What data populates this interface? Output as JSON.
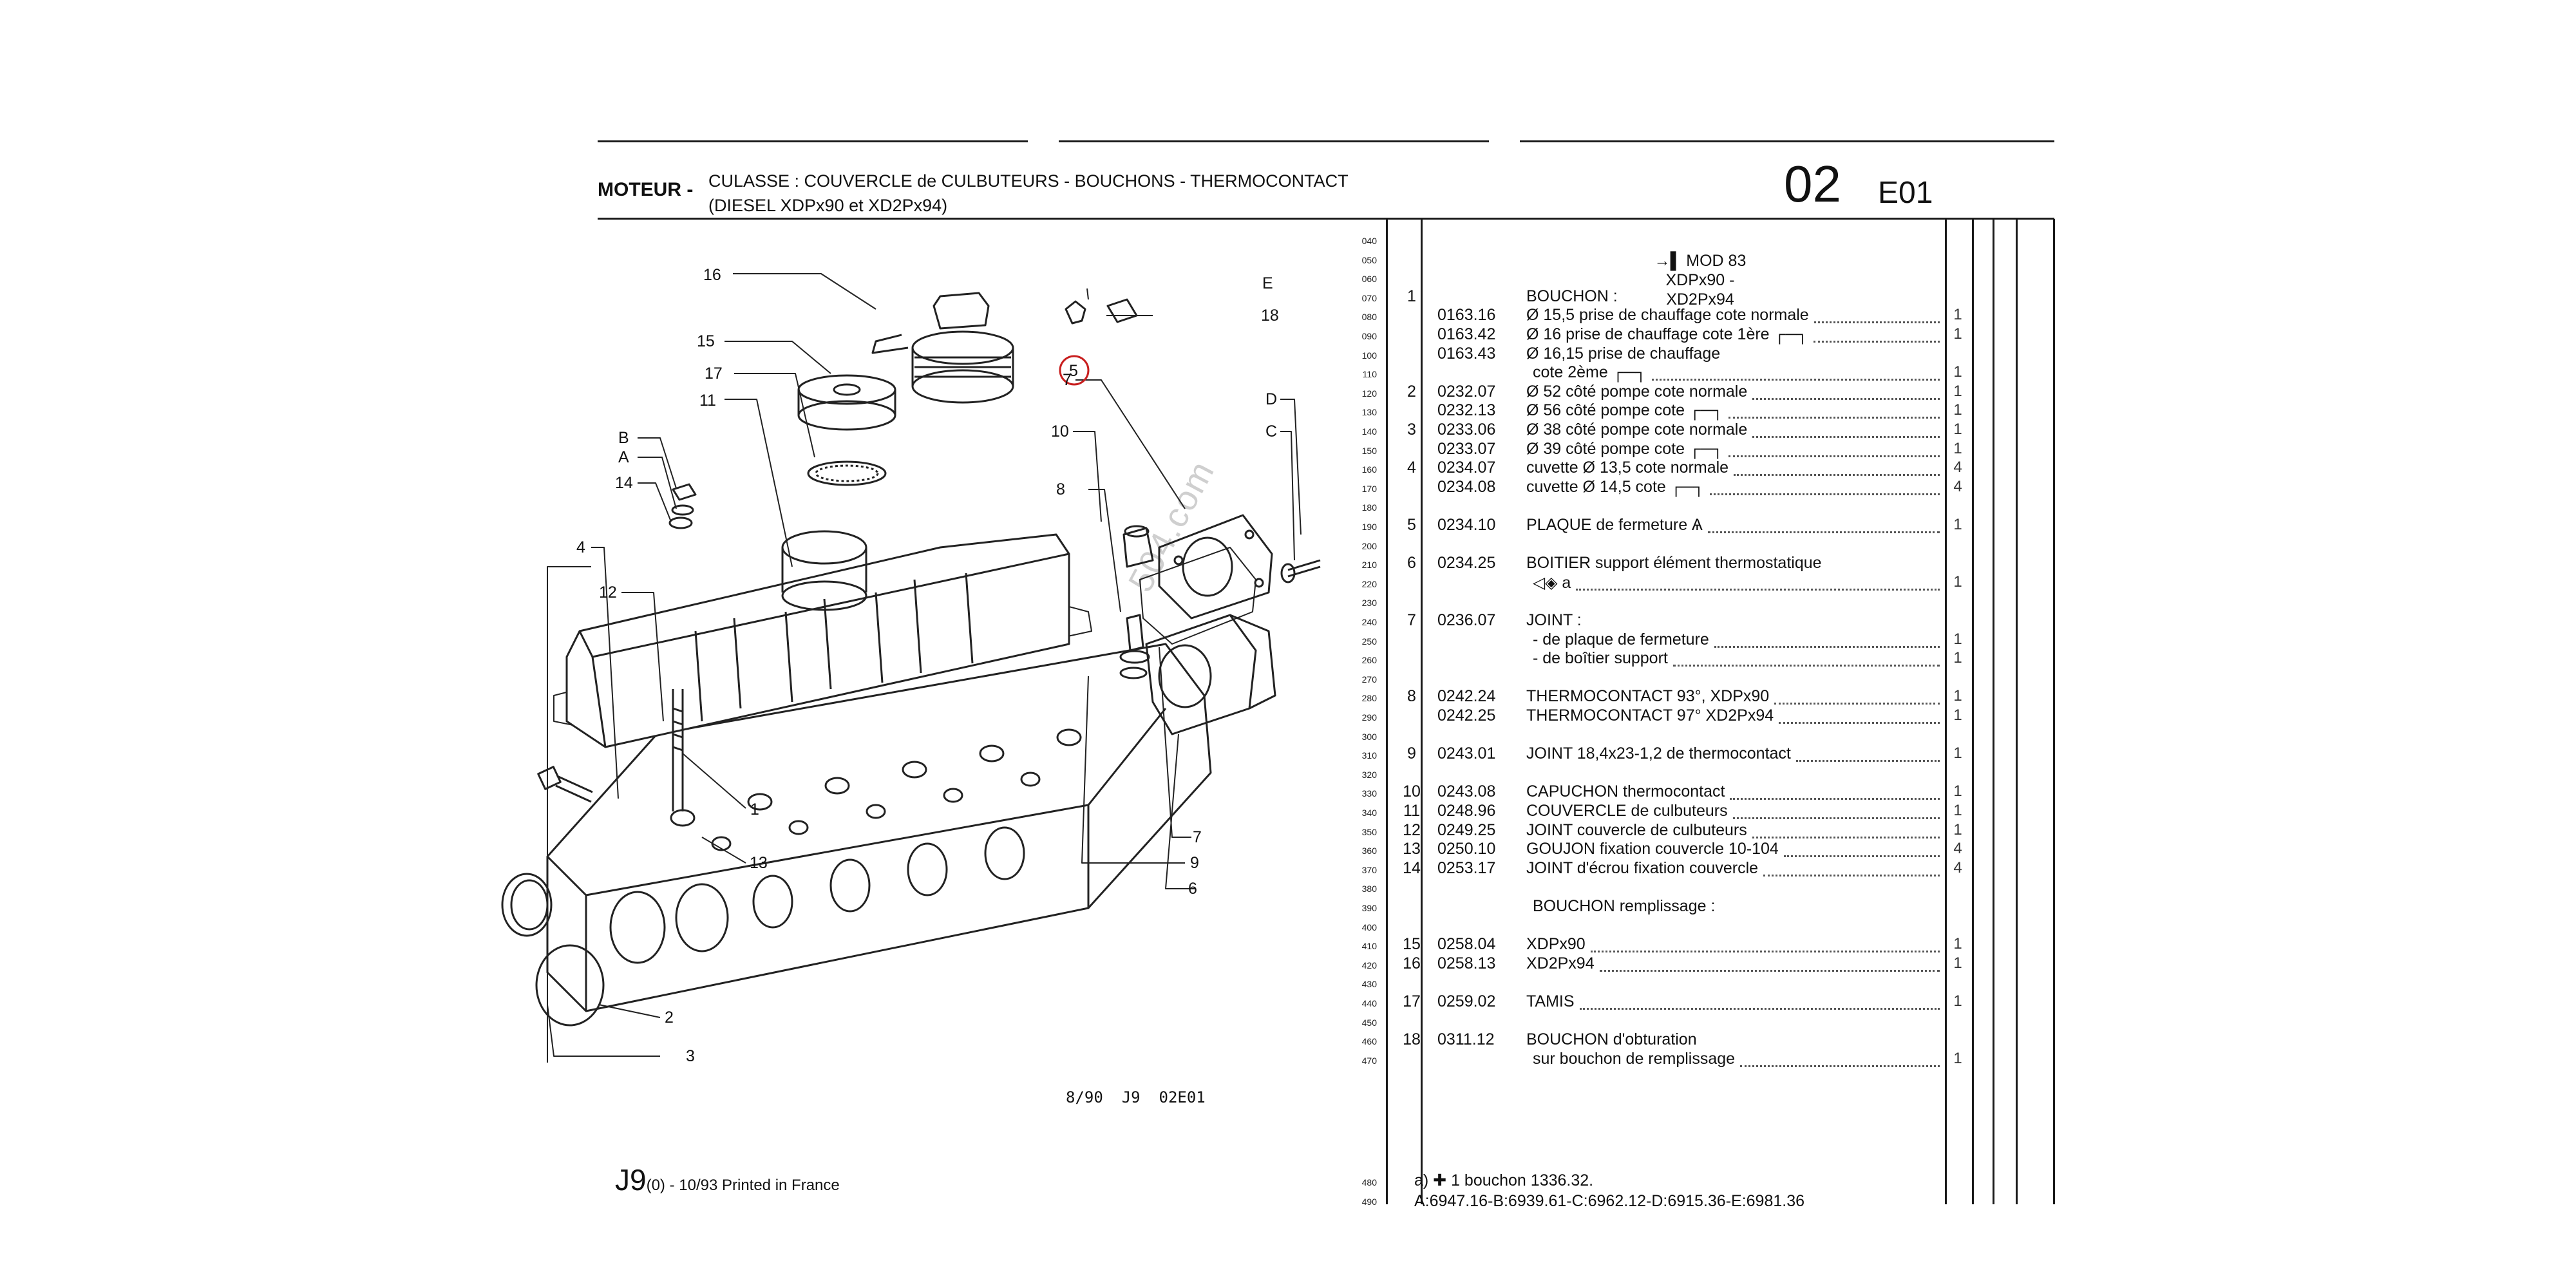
{
  "header": {
    "moteur": "MOTEUR -",
    "title_line1": "CULASSE : COUVERCLE de CULBUTEURS - BOUCHONS - THERMOCONTACT",
    "title_line2": "(DIESEL XDPx90 et XD2Px94)",
    "number": "02",
    "section": "E01"
  },
  "model_header": {
    "mod": "MOD 83",
    "variants": "XDPx90 - XD2Px94"
  },
  "row_numbers": [
    "040",
    "050",
    "060",
    "070",
    "080",
    "090",
    "100",
    "110",
    "120",
    "130",
    "140",
    "150",
    "160",
    "170",
    "180",
    "190",
    "200",
    "210",
    "220",
    "230",
    "240",
    "250",
    "260",
    "270",
    "280",
    "290",
    "300",
    "310",
    "320",
    "330",
    "340",
    "350",
    "360",
    "370",
    "380",
    "390",
    "400",
    "410",
    "420",
    "430",
    "440",
    "450",
    "460",
    "470"
  ],
  "footer_row_numbers": [
    "480",
    "490"
  ],
  "parts": [
    {
      "pos": "1",
      "ref": "",
      "desc": "BOUCHON :",
      "qty": "",
      "row": 3
    },
    {
      "pos": "",
      "ref": "0163.16",
      "desc": "Ø 15,5 prise de chauffage cote normale",
      "qty": "1",
      "row": 4
    },
    {
      "pos": "",
      "ref": "0163.42",
      "desc": "Ø 16 prise de chauffage cote 1ère ┌─┐",
      "qty": "1",
      "row": 5
    },
    {
      "pos": "",
      "ref": "0163.43",
      "desc": "Ø 16,15 prise de chauffage",
      "qty": "",
      "row": 6
    },
    {
      "pos": "",
      "ref": "",
      "desc": "cote 2ème ┌─┐",
      "qty": "1",
      "row": 7
    },
    {
      "pos": "2",
      "ref": "0232.07",
      "desc": "Ø 52 côté pompe cote normale",
      "qty": "1",
      "row": 8
    },
    {
      "pos": "",
      "ref": "0232.13",
      "desc": "Ø 56 côté pompe cote ┌─┐",
      "qty": "1",
      "row": 9
    },
    {
      "pos": "3",
      "ref": "0233.06",
      "desc": "Ø 38 côté pompe cote normale",
      "qty": "1",
      "row": 10
    },
    {
      "pos": "",
      "ref": "0233.07",
      "desc": "Ø 39 côté pompe cote ┌─┐",
      "qty": "1",
      "row": 11
    },
    {
      "pos": "4",
      "ref": "0234.07",
      "desc": "cuvette Ø 13,5 cote normale",
      "qty": "4",
      "row": 12
    },
    {
      "pos": "",
      "ref": "0234.08",
      "desc": "cuvette Ø 14,5 cote ┌─┐",
      "qty": "4",
      "row": 13
    },
    {
      "pos": "5",
      "ref": "0234.10",
      "desc": "PLAQUE de fermeture Ѧ",
      "qty": "1",
      "row": 15
    },
    {
      "pos": "6",
      "ref": "0234.25",
      "desc": "BOITIER support élément thermostatique",
      "qty": "",
      "row": 17
    },
    {
      "pos": "",
      "ref": "",
      "desc": "◁◈ a",
      "qty": "1",
      "row": 18
    },
    {
      "pos": "7",
      "ref": "0236.07",
      "desc": "JOINT :",
      "qty": "",
      "row": 20
    },
    {
      "pos": "",
      "ref": "",
      "desc": "- de plaque de fermeture",
      "qty": "1",
      "row": 21
    },
    {
      "pos": "",
      "ref": "",
      "desc": "- de boîtier support",
      "qty": "1",
      "row": 22
    },
    {
      "pos": "8",
      "ref": "0242.24",
      "desc": "THERMOCONTACT 93°, XDPx90",
      "qty": "1",
      "row": 24
    },
    {
      "pos": "",
      "ref": "0242.25",
      "desc": "THERMOCONTACT 97° XD2Px94",
      "qty": "1",
      "row": 25
    },
    {
      "pos": "9",
      "ref": "0243.01",
      "desc": "JOINT 18,4x23-1,2 de thermocontact",
      "qty": "1",
      "row": 27
    },
    {
      "pos": "10",
      "ref": "0243.08",
      "desc": "CAPUCHON thermocontact",
      "qty": "1",
      "row": 29
    },
    {
      "pos": "11",
      "ref": "0248.96",
      "desc": "COUVERCLE de culbuteurs",
      "qty": "1",
      "row": 30
    },
    {
      "pos": "12",
      "ref": "0249.25",
      "desc": "JOINT couvercle de culbuteurs",
      "qty": "1",
      "row": 31
    },
    {
      "pos": "13",
      "ref": "0250.10",
      "desc": "GOUJON fixation couvercle 10-104",
      "qty": "4",
      "row": 32
    },
    {
      "pos": "14",
      "ref": "0253.17",
      "desc": "JOINT d'écrou fixation couvercle",
      "qty": "4",
      "row": 33
    },
    {
      "pos": "",
      "ref": "",
      "desc": "BOUCHON remplissage :",
      "qty": "",
      "row": 35
    },
    {
      "pos": "15",
      "ref": "0258.04",
      "desc": "XDPx90",
      "qty": "1",
      "row": 37
    },
    {
      "pos": "16",
      "ref": "0258.13",
      "desc": "XD2Px94",
      "qty": "1",
      "row": 38
    },
    {
      "pos": "17",
      "ref": "0259.02",
      "desc": "TAMIS",
      "qty": "1",
      "row": 40
    },
    {
      "pos": "18",
      "ref": "0311.12",
      "desc": "BOUCHON d'obturation",
      "qty": "",
      "row": 42
    },
    {
      "pos": "",
      "ref": "",
      "desc": "sur bouchon de remplissage",
      "qty": "1",
      "row": 43
    }
  ],
  "footnote": {
    "line1": "a) ✚ 1 bouchon 1336.32.",
    "line2": "A:6947.16-B:6939.61-C:6962.12-D:6915.36-E:6981.36"
  },
  "diagram": {
    "code": "8/90  J9  02E01",
    "labels": [
      "16",
      "15",
      "17",
      "11",
      "B",
      "A",
      "14",
      "4",
      "12",
      "1",
      "13",
      "2",
      "3",
      "5",
      "E",
      "18",
      "7",
      "10",
      "8",
      "D",
      "C",
      "9",
      "6",
      "7"
    ]
  },
  "footer": {
    "j9": "J9",
    "sub": "(0) - 10/93 Printed in France"
  },
  "watermark": "504.com"
}
